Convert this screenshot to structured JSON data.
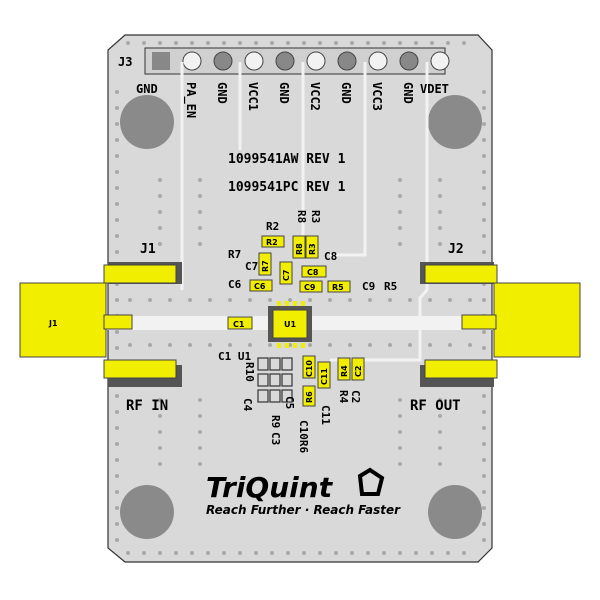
{
  "header_connector": {
    "label": "J3",
    "pins": [
      "GND",
      "PA_EN",
      "GND",
      "VCC1",
      "GND",
      "VCC2",
      "GND",
      "VCC3",
      "GND",
      "VDET"
    ]
  },
  "board_text": {
    "rev_line1": "1099541AW REV 1",
    "rev_line2": "1099541PC REV 1",
    "rf_in": "RF IN",
    "rf_out": "RF OUT",
    "j1_label": "J1",
    "j2_label": "J2",
    "j1_tab": "J1"
  },
  "silkscreen_refs": {
    "r2": "R2",
    "r7": "R7",
    "c7": "C7",
    "c6": "C6",
    "r3": "R3",
    "r8": "R8",
    "c8": "C8",
    "c9": "C9",
    "r5": "R5",
    "c1u1": "C1 U1",
    "r10": "R10",
    "c4": "C4",
    "c5": "C5",
    "r9": "R9",
    "c3": "C3",
    "c10r6": "C10R6",
    "c11": "C11",
    "c2": "C2",
    "r4": "R4"
  },
  "components": {
    "c1": "C1",
    "u1": "U1",
    "r2": "R2",
    "r7": "R7",
    "c7": "C7",
    "c6": "C6",
    "r8": "R8",
    "r3": "R3",
    "c8": "C8",
    "c9": "C9",
    "r5": "R5",
    "c10": "C10",
    "c11": "C11",
    "r6": "R6",
    "r4": "R4",
    "c2": "C2"
  },
  "logo": {
    "name": "TriQuint",
    "tagline": "Reach Further · Reach Faster"
  },
  "colors": {
    "board": "#d9d9d9",
    "copper_trace": "#f2f2f2",
    "gold": "#f2ee00",
    "hole": "#8a8a8a",
    "via": "#a0a0a0"
  }
}
